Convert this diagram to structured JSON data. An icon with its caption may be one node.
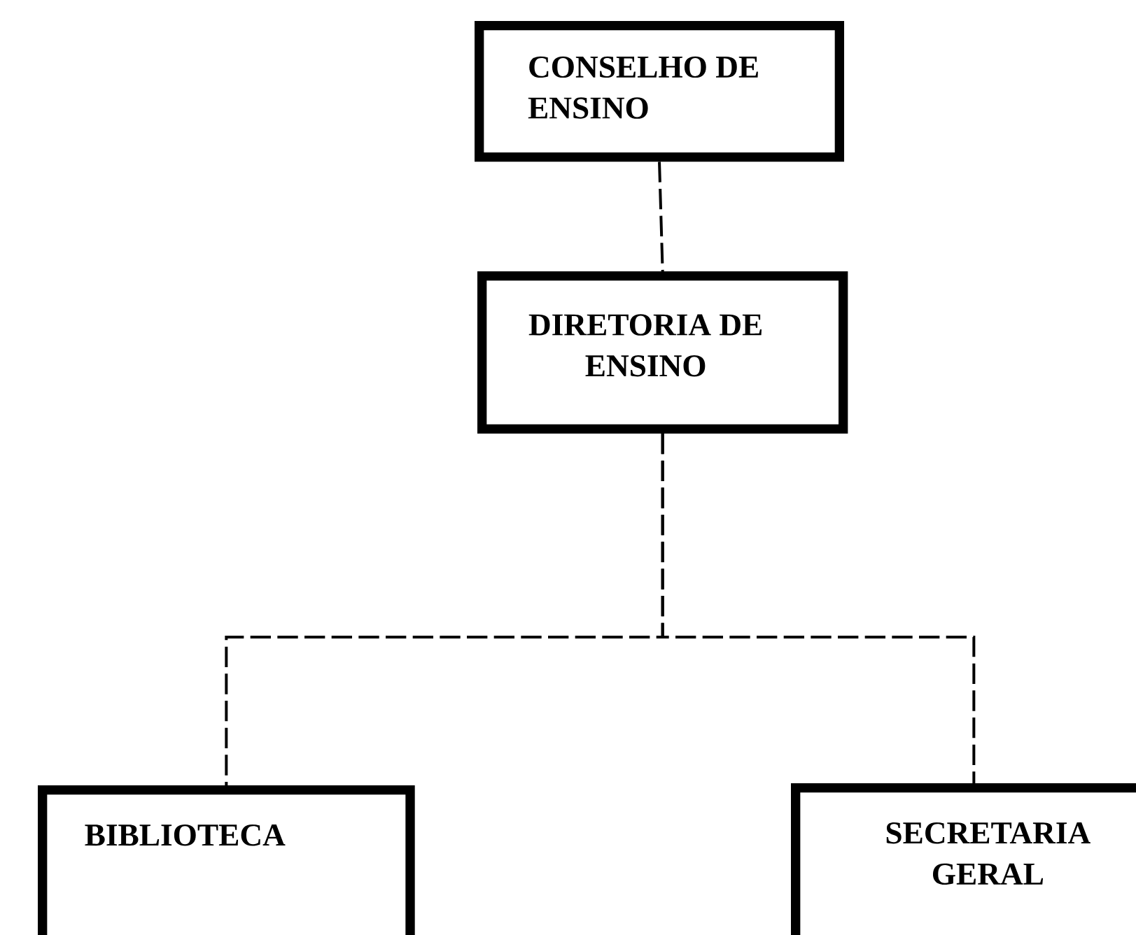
{
  "diagram": {
    "nodes": [
      {
        "text": [
          "CONSELHO DE ENSINO"
        ]
      },
      {
        "text": [
          "DIRETORIA DE ENSINO"
        ]
      },
      {
        "text": [
          "BIBLIOTECA"
        ]
      },
      {
        "text": [
          "SECRETARIA GERAL"
        ]
      }
    ],
    "edges": [
      {
        "from": 0,
        "to": 1,
        "arrow": "none",
        "style": "dashed"
      },
      {
        "from": 1,
        "to": 2,
        "arrow": "none",
        "style": "dashed"
      },
      {
        "from": 1,
        "to": 3,
        "arrow": "none",
        "style": "dashed"
      }
    ]
  }
}
